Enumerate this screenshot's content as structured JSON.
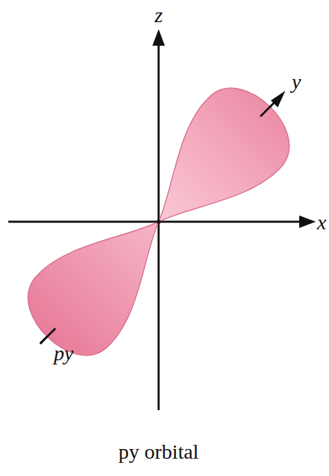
{
  "diagram": {
    "caption": "py orbital",
    "labels": [
      "z",
      "x",
      "y",
      "py"
    ]
  }
}
